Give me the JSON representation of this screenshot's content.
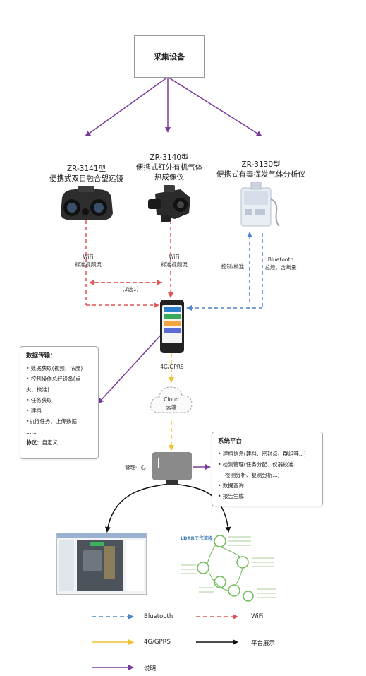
{
  "root_label": "采集设备",
  "devices": [
    {
      "title_lines": [
        "ZR-3141型",
        "便携式双目融合望远镜"
      ]
    },
    {
      "title_lines": [
        "ZR-3140型",
        "便携式红外有机气体",
        "热成像仪"
      ]
    },
    {
      "title_lines": [
        "ZR-3130型",
        "便携式有毒挥发气体分析仪"
      ]
    }
  ],
  "links": {
    "wifi_left": [
      "WiFi",
      "标准视频流"
    ],
    "wifi_mid": [
      "WiFi",
      "标准视频流"
    ],
    "choose": "（2选1）",
    "control": "控制/校准",
    "bluetooth": [
      "Bluetooth",
      "总烃、含氧量"
    ],
    "network": "4G/GPRS"
  },
  "cloud": {
    "line1": "Cloud",
    "line2": "云端"
  },
  "management_label": "管理中心",
  "data_panel": {
    "title": "数据传输：",
    "items": [
      "• 数据获取(视频、浓度)",
      "• 控制操作总经设备(点",
      "火、校准)",
      "• 任务获取",
      "• 建档",
      "•执行任务、上传数据",
      "……"
    ],
    "protocol_label": "协议：",
    "protocol_value": "自定义"
  },
  "platform_panel": {
    "title": "系统平台",
    "items": [
      "• 建档信息(建档、密封点、群组等...)",
      "• 检测管理(任务分配、仪器校准、",
      "检测分析、复测分析...)",
      "• 数据查询",
      "• 报告生成"
    ]
  },
  "workflow_title": "LDAR工作流程",
  "legend": [
    {
      "label": "Bluetooth",
      "color": "#4a86c8",
      "style": "dashed"
    },
    {
      "label": "WiFi",
      "color": "#e05555",
      "style": "dashed"
    },
    {
      "label": "4G/GPRS",
      "color": "#f2c12e",
      "style": "solid"
    },
    {
      "label": "平台展示",
      "color": "#111111",
      "style": "solid"
    },
    {
      "label": "说明",
      "color": "#7a3a9a",
      "style": "solid"
    }
  ],
  "colors": {
    "purple": "#7a3a9a",
    "red": "#e05555",
    "blue": "#4a86c8",
    "yellow": "#f2c12e",
    "black": "#111111"
  }
}
